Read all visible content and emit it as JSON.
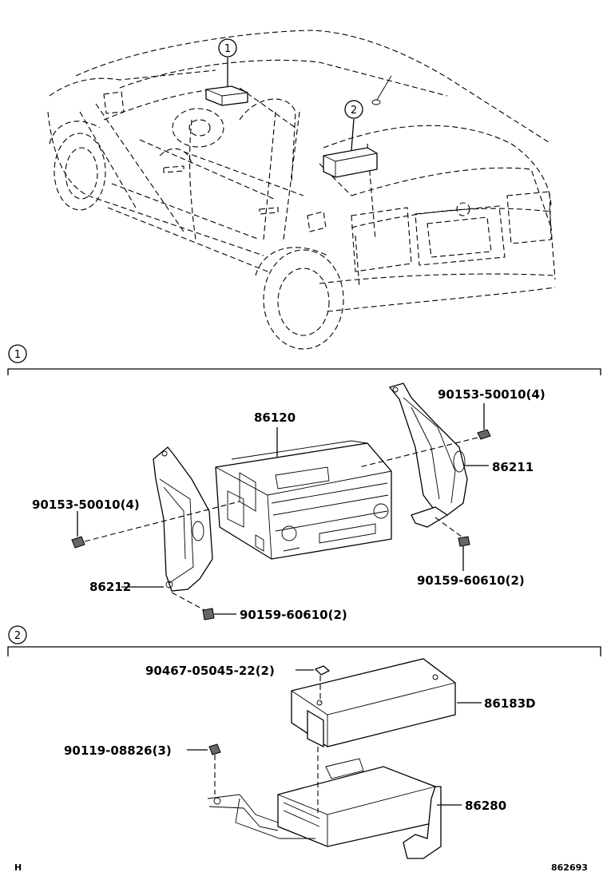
{
  "callouts": [
    "1",
    "2"
  ],
  "section1": {
    "marker": "1",
    "labels": {
      "radio": "86120",
      "bracket_right": "86211",
      "bracket_left": "86212",
      "screw_top_right": "90153-50010(4)",
      "screw_left": "90153-50010(4)",
      "screw_bottom_right": "90159-60610(2)",
      "screw_bottom_left": "90159-60610(2)"
    }
  },
  "section2": {
    "marker": "2",
    "labels": {
      "cover": "86183D",
      "amplifier": "86280",
      "clip": "90467-05045-22(2)",
      "bolt": "90119-08826(3)"
    }
  },
  "footer": {
    "left": "H",
    "right": "862693"
  }
}
